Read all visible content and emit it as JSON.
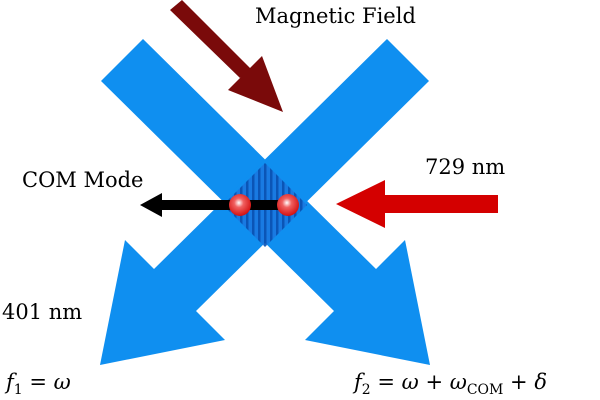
{
  "labels": {
    "magnetic_field": "Magnetic Field",
    "com_mode": "COM Mode",
    "laser_729": "729 nm",
    "laser_401": "401 nm",
    "f1_name": "f",
    "f1_sub": "1",
    "f1_rhs": " = ω",
    "f2_name": "f",
    "f2_sub": "2",
    "f2_rhs1": " = ω + ω",
    "f2_com_sub": "COM",
    "f2_rhs2": " + δ"
  },
  "colors": {
    "beam_401": "#0f8ff0",
    "magnetic_arrow": "#7a0a0a",
    "laser_729_arrow": "#d40000",
    "com_arrow": "#000000",
    "ion": "#e02020"
  }
}
